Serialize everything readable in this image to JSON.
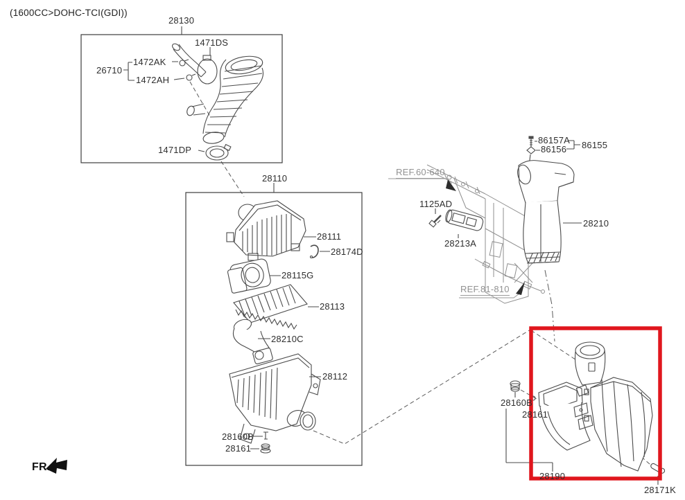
{
  "title": "(1600CC>DOHC-TCI(GDI))",
  "fr_indicator": "FR.",
  "hose_assembly": {
    "part_no": "28130",
    "clamp_upper": "1471DS",
    "clamp_a": "1472AK",
    "breather_hose": "26710",
    "clamp_b": "1472AH",
    "clamp_lower": "1471DP"
  },
  "air_cleaner": {
    "part_no": "28110",
    "cover": "28111",
    "hook": "28174D",
    "air_duct_boot": "28115G",
    "filter_element": "28113",
    "air_duct": "28210C",
    "body": "28112",
    "stud": "28160B",
    "grommet": "28161"
  },
  "engine_room_refs": {
    "front_module": "REF.60-640",
    "bolt": "1125AD",
    "resonator": "28213A",
    "wiring": "REF.81-810"
  },
  "intake_duct": {
    "part_no": "28210",
    "screw": "86157A",
    "retainer": "86156",
    "screw_assembly": "86155"
  },
  "highlighted_assembly": {
    "stud": "28160B",
    "grommet": "28161",
    "part_no": "28190",
    "pin": "28171K"
  }
}
